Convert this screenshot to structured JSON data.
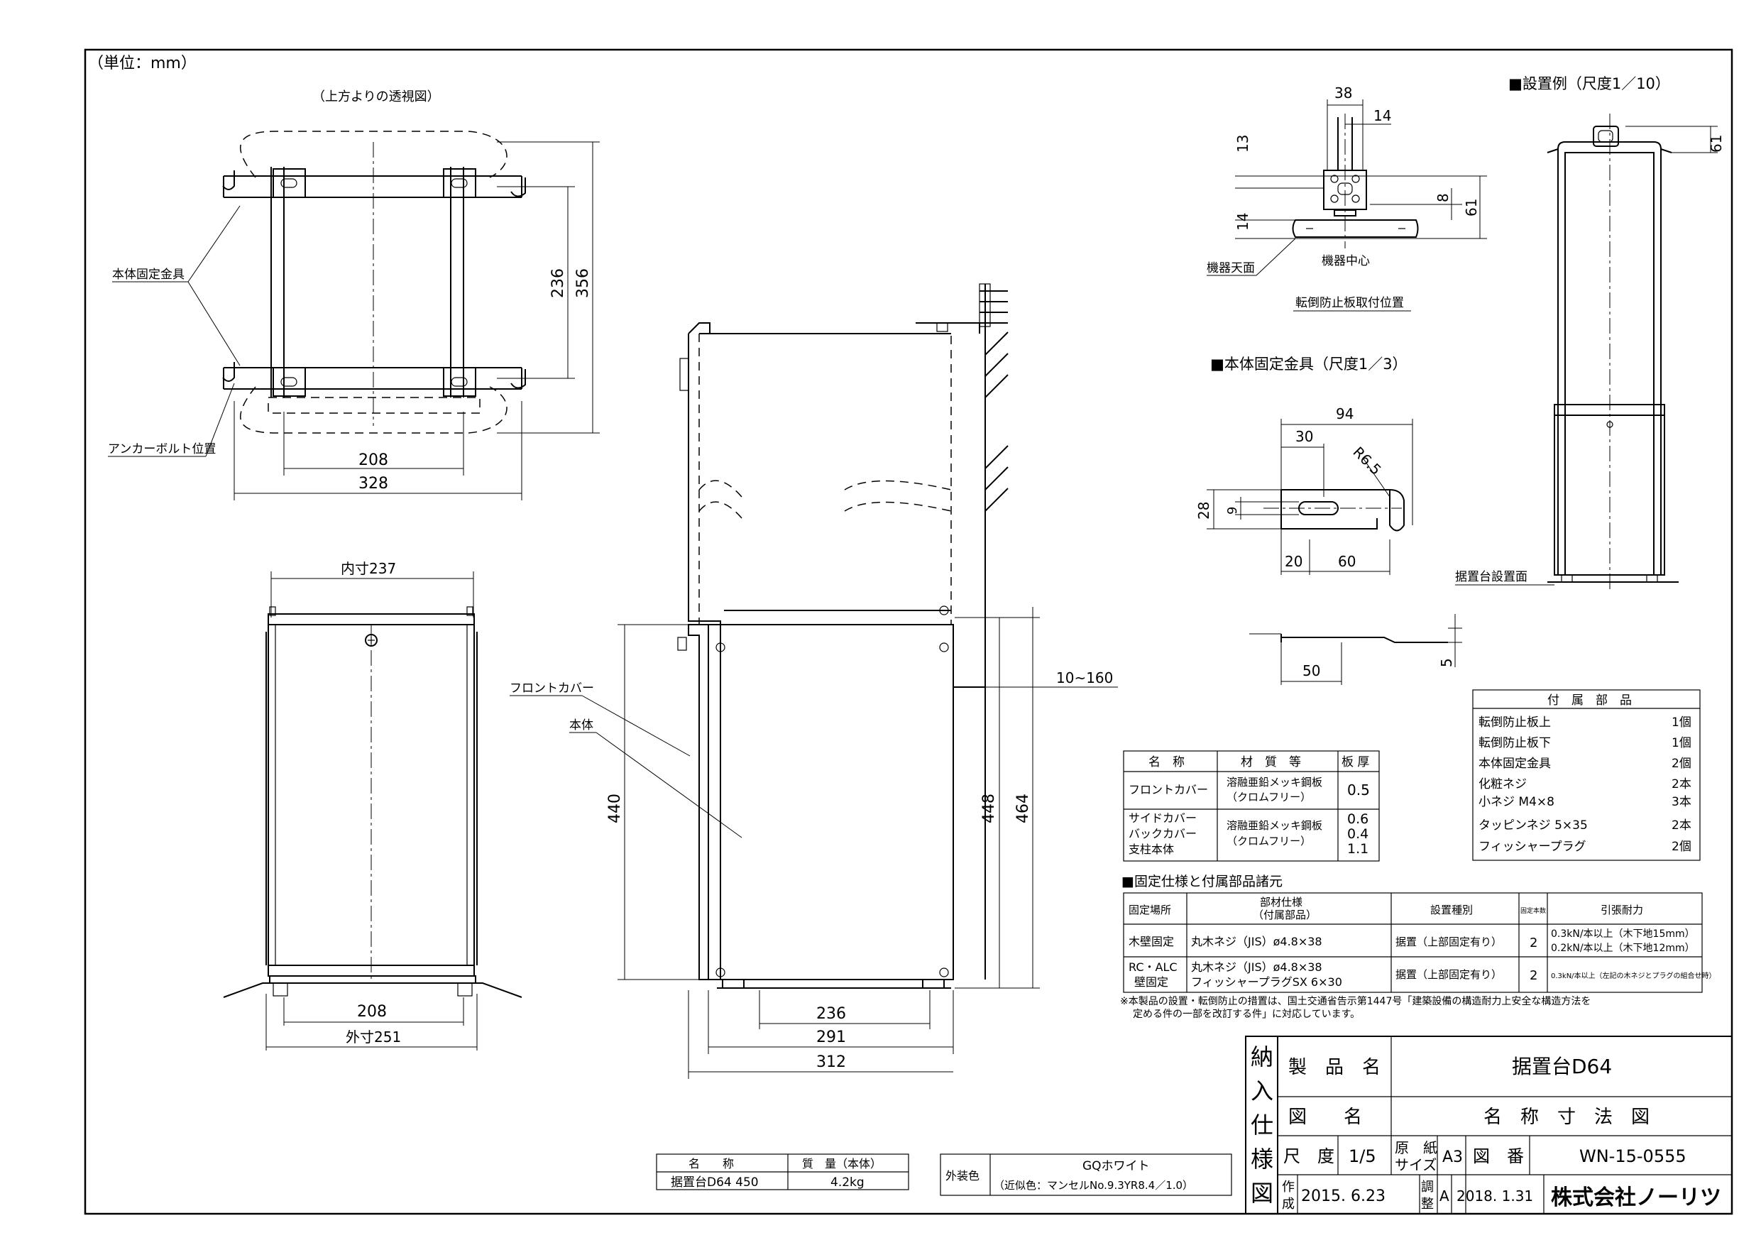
{
  "unit_label": "（単位：mm）",
  "top_view": {
    "caption": "（上方よりの透視図）",
    "bracket_label": "本体固定金具",
    "anchor_label": "アンカーボルト位置",
    "dims": {
      "d208": "208",
      "d328": "328",
      "d236": "236",
      "d356": "356"
    }
  },
  "front_view": {
    "inner_width": "内寸237",
    "outer_width": "外寸251",
    "d208": "208"
  },
  "side_view": {
    "front_cover_label": "フロントカバー",
    "body_label": "本体",
    "dims": {
      "d440": "440",
      "d448": "448",
      "d464": "464",
      "d236": "236",
      "d291": "291",
      "d312": "312",
      "gap": "10~160"
    }
  },
  "tipover_detail": {
    "dims": {
      "d38": "38",
      "d14a": "14",
      "d13": "13",
      "d14b": "14",
      "d8": "8",
      "d61": "61"
    },
    "top_face_label": "機器天面",
    "center_label": "機器中心",
    "caption": "転倒防止板取付位置"
  },
  "bracket_detail": {
    "title": "■本体固定金具（尺度1／3）",
    "dims": {
      "d94": "94",
      "d30": "30",
      "r65": "R6.5",
      "d28": "28",
      "d9": "9",
      "d20": "20",
      "d60": "60",
      "d50": "50",
      "d5": "5"
    }
  },
  "install_example": {
    "title": "■設置例（尺度1／10）",
    "d61": "61",
    "floor_label": "据置台設置面"
  },
  "materials_table": {
    "headers": [
      "名　称",
      "材　質　等",
      "板 厚"
    ],
    "rows": [
      {
        "name": [
          "フロントカバー"
        ],
        "material": [
          "溶融亜鉛メッキ鋼板",
          "（クロムフリー）"
        ],
        "thickness": [
          "0.5"
        ]
      },
      {
        "name": [
          "サイドカバー",
          "バックカバー",
          "支柱本体"
        ],
        "material": [
          "溶融亜鉛メッキ鋼板",
          "（クロムフリー）"
        ],
        "thickness": [
          "0.6",
          "0.4",
          "1.1"
        ]
      }
    ]
  },
  "accessories_table": {
    "header": "付　属　部　品",
    "rows": [
      {
        "name": "転倒防止板上",
        "qty": "1個"
      },
      {
        "name": "転倒防止板下",
        "qty": "1個"
      },
      {
        "name": "本体固定金具",
        "qty": "2個"
      },
      {
        "name": "化粧ネジ",
        "qty": "2本"
      },
      {
        "name": "小ネジ M4×8",
        "qty": "3本"
      },
      {
        "name": "タッピンネジ 5×35",
        "qty": "2本"
      },
      {
        "name": "フィッシャープラグ",
        "qty": "2個"
      }
    ]
  },
  "fixing_table": {
    "title": "■固定仕様と付属部品諸元",
    "headers": [
      "固定場所",
      "部材仕様",
      "（付属部品）",
      "設置種別",
      "固定本数",
      "引張耐力"
    ],
    "rows": [
      {
        "place": [
          "木壁固定"
        ],
        "parts": [
          "丸木ネジ（JIS）ø4.8×38"
        ],
        "type": "据置（上部固定有り）",
        "count": "2",
        "strength": [
          "0.3kN/本以上（木下地15mm）",
          "0.2kN/本以上（木下地12mm）"
        ]
      },
      {
        "place": [
          "RC・ALC",
          "壁固定"
        ],
        "parts": [
          "丸木ネジ（JIS）ø4.8×38",
          "フィッシャープラグSX 6×30"
        ],
        "type": "据置（上部固定有り）",
        "count": "2",
        "strength": [
          "0.3kN/本以上（左記の木ネジとプラグの組合せ時）"
        ]
      }
    ],
    "note": [
      "※本製品の設置・転倒防止の措置は、国土交通省告示第1447号「建築設備の構造耐力上安全な構造方法を",
      "定める件の一部を改訂する件」に対応しています。"
    ]
  },
  "mass_table": {
    "headers": [
      "名　　称",
      "質　量（本体）"
    ],
    "name": "据置台D64 450",
    "mass": "4.2kg"
  },
  "color_box": {
    "label": "外装色",
    "value": "GQホワイト",
    "note": "（近似色：マンセルNo.9.3YR8.4／1.0）"
  },
  "title_block": {
    "vertical": [
      "納",
      "入",
      "仕",
      "様",
      "図"
    ],
    "product_label": "製　品　名",
    "product_value": "据置台D64",
    "drawing_label": "図　　名",
    "drawing_value": "名　称　寸　法　図",
    "scale_label": "尺　度",
    "scale_value": "1/5",
    "paper_label_1": "原　紙",
    "paper_label_2": "サイズ",
    "paper_value": "A3",
    "no_label": "図　番",
    "no_value": "WN-15-0555",
    "made_label_1": "作",
    "made_label_2": "成",
    "made_date": "2015. 6.23",
    "adj_label_1": "調",
    "adj_label_2": "整",
    "rev": "A",
    "adj_date": "2018. 1.31",
    "company": "株式会社ノーリツ"
  }
}
